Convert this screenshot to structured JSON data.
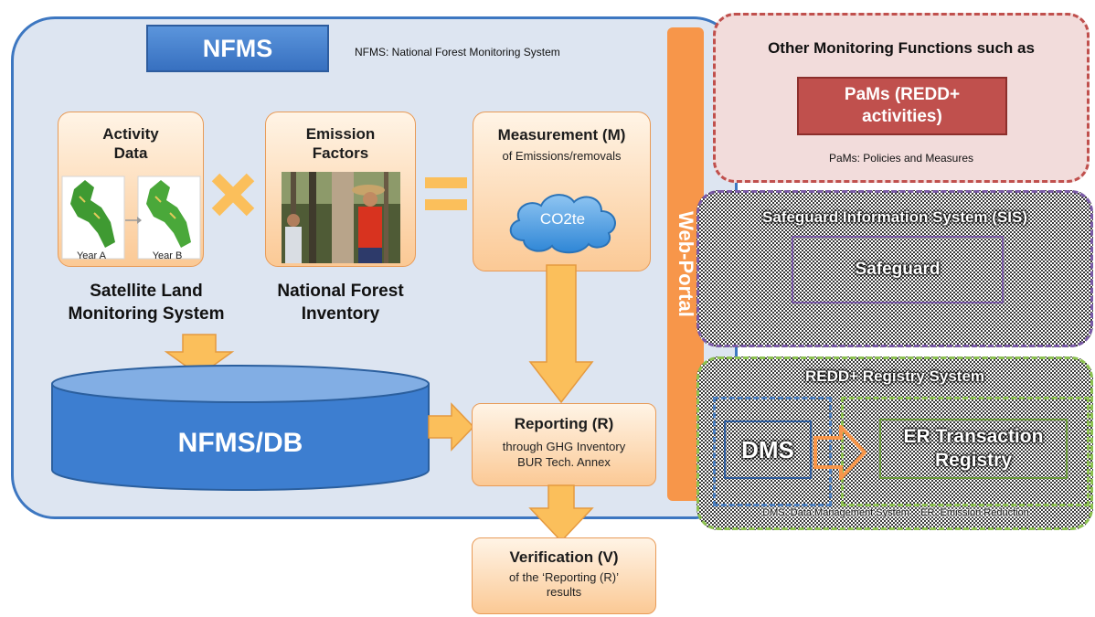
{
  "nfms": {
    "title": "NFMS",
    "description": "NFMS: National Forest Monitoring System",
    "activity_data": {
      "title_line1": "Activity",
      "title_line2": "Data",
      "year_a": "Year A",
      "year_b": "Year B"
    },
    "emission_factors": {
      "title_line1": "Emission",
      "title_line2": "Factors"
    },
    "measurement": {
      "title": "Measurement (M)",
      "subtitle": "of Emissions/removals",
      "cloud": "CO2te"
    },
    "caption_slms_line1": "Satellite Land",
    "caption_slms_line2": "Monitoring System",
    "caption_nfi_line1": "National Forest",
    "caption_nfi_line2": "Inventory",
    "database": "NFMS/DB",
    "reporting": {
      "title": "Reporting (R)",
      "line1": "through GHG Inventory",
      "line2": "BUR Tech. Annex"
    },
    "verification": {
      "title": "Verification (V)",
      "line1": "of the ‘Reporting (R)’",
      "line2": "results"
    }
  },
  "web_portal": "Web-Portal",
  "other_monitoring": {
    "title": "Other Monitoring Functions such as",
    "pams_line1": "PaMs (REDD+",
    "pams_line2": "activities)",
    "note": "PaMs: Policies and Measures"
  },
  "sis": {
    "title": "Safeguard Information System (SIS)",
    "inner": "Safeguard"
  },
  "registry": {
    "title": "REDD+ Registry System",
    "dms": "DMS",
    "er_line1": "ER Transaction",
    "er_line2": "Registry",
    "note": "DMS: Data Management System    ER: Emission Reduction"
  },
  "colors": {
    "panel_fill": "#dde5f1",
    "panel_border": "#3d77c1",
    "orange": "#f7964a",
    "arrow": "#fbbf5b",
    "pams_red": "#c0504d"
  }
}
